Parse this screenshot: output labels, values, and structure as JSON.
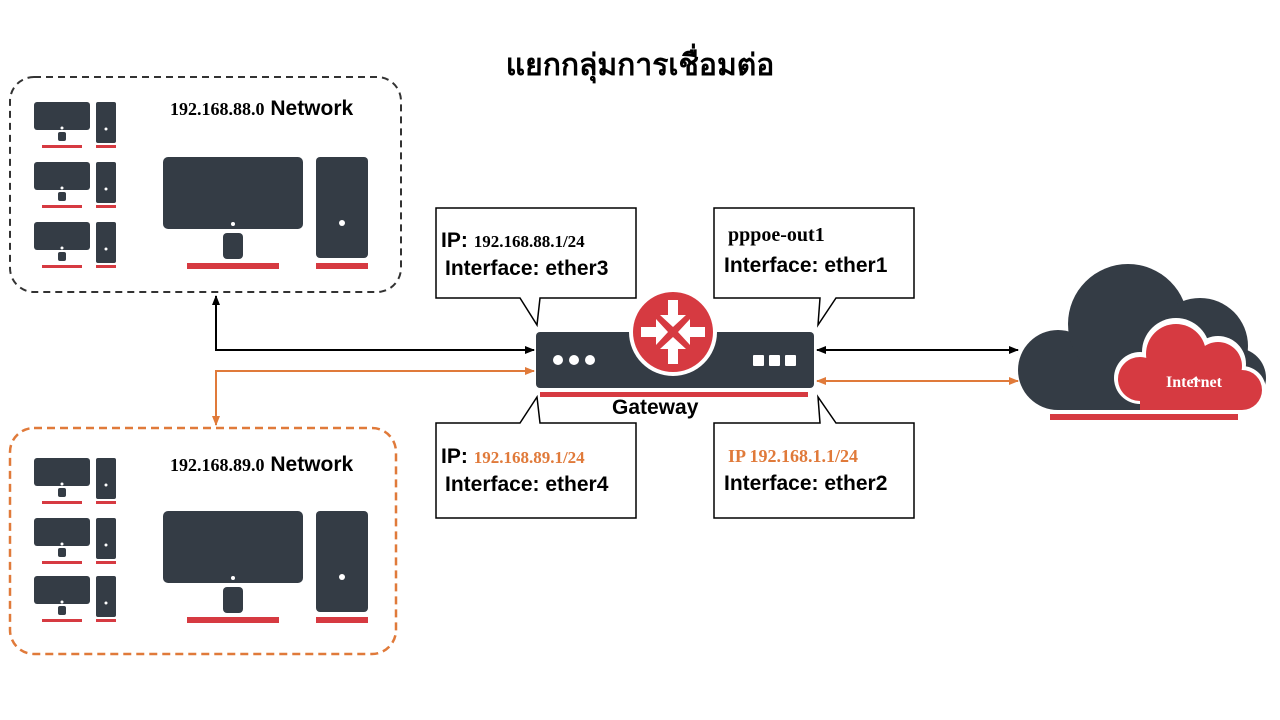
{
  "title": "แยกกลุ่มการเชื่อมต่อ",
  "networks": [
    {
      "ip": "192.168.88.0",
      "suffix": "Network",
      "border_color": "#333333"
    },
    {
      "ip": "192.168.89.0",
      "suffix": "Network",
      "border_color": "#e07a3a"
    }
  ],
  "gateway": {
    "label": "Gateway",
    "icon": "router-arrows-icon",
    "left_indicator": "●●●",
    "right_indicator": "■■■"
  },
  "callouts": {
    "top_left": {
      "ip_prefix": "IP:",
      "ip": "192.168.88.1/24",
      "interface": "Interface: ether3"
    },
    "bottom_left": {
      "ip_prefix": "IP:",
      "ip": "192.168.89.1/24",
      "interface": "Interface: ether4"
    },
    "top_right": {
      "name": "pppoe-out1",
      "interface": "Interface: ether1"
    },
    "bottom_right": {
      "ip": "IP 192.168.1.1/24",
      "interface": "Interface: ether2"
    }
  },
  "cloud": {
    "label": "Internet"
  },
  "colors": {
    "dark": "#343c45",
    "red": "#d63a41",
    "orange": "#e07a3a",
    "black": "#000000"
  }
}
